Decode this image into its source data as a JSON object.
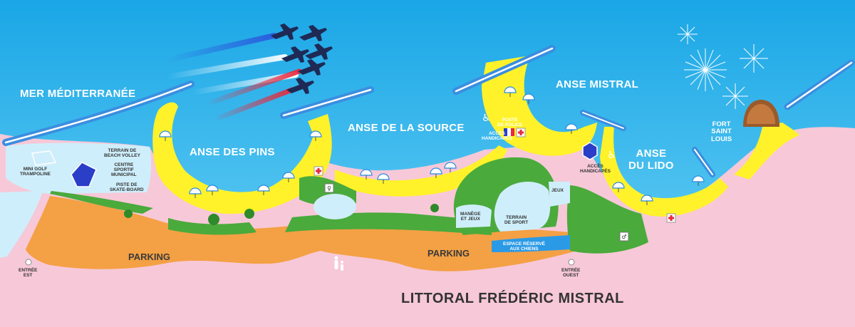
{
  "sea": {
    "name": "MER MÉDITERRANÉE"
  },
  "bays": {
    "pins": "ANSE DES PINS",
    "source": "ANSE DE LA SOURCE",
    "mistral": "ANSE MISTRAL",
    "lido_1": "ANSE",
    "lido_2": "DU LIDO"
  },
  "fort": {
    "line1": "FORT",
    "line2": "SAINT",
    "line3": "LOUIS"
  },
  "parking": {
    "left": "PARKING",
    "right": "PARKING"
  },
  "shore_title": "LITTORAL FRÉDÉRIC MISTRAL",
  "facilities": {
    "mini_golf_1": "MINI GOLF",
    "mini_golf_2": "TRAMPOLINE",
    "beach_volley_1": "TERRAIN DE",
    "beach_volley_2": "BEACH VOLLEY",
    "sport_center_1": "CENTRE",
    "sport_center_2": "SPORTIF",
    "sport_center_3": "MUNICIPAL",
    "skate_1": "PISTE DE",
    "skate_2": "SKATE-BOARD",
    "police_1": "POSTE",
    "police_2": "DE POLICE",
    "access_source_1": "ACCÈS",
    "access_source_2": "HANDICAPÉS",
    "access_lido_1": "ACCÈS",
    "access_lido_2": "HANDICAPÉS",
    "jeux": "JEUX",
    "manege_1": "MANÈGE",
    "manege_2": "ET JEUX",
    "sport_field_1": "TERRAIN",
    "sport_field_2": "DE SPORT",
    "dogs_1": "ESPACE RÉSERVÉ",
    "dogs_2": "AUX CHIENS"
  },
  "entrances": {
    "east_1": "ENTRÉE",
    "east_2": "EST",
    "west_1": "ENTRÉE",
    "west_2": "OUEST"
  },
  "colors": {
    "sea": "#1fa8e8",
    "beach": "#fff22a",
    "land": "#f7c8d8",
    "parking": "#f4a044",
    "green": "#4aaa3c",
    "jetty": "#3a8ee0",
    "smoke_red": "#e8283c",
    "smoke_blue": "#2a5adc"
  }
}
